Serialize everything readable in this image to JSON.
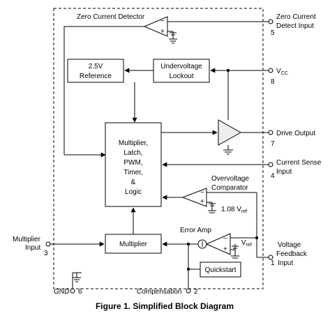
{
  "caption": "Figure 1. Simplified Block Diagram",
  "blocks": {
    "zero_current_detector": "Zero Current Detector",
    "reference_line1": "2.5V",
    "reference_line2": "Reference",
    "uvlo_line1": "Undervoltage",
    "uvlo_line2": "Lockout",
    "core_line1": "Multiplier,",
    "core_line2": "Latch,",
    "core_line3": "PWM,",
    "core_line4": "Timer,",
    "core_line5": "&",
    "core_line6": "Logic",
    "overvoltage_line1": "Overvoltage",
    "overvoltage_line2": "Comparator",
    "ovp_ref": "1.08 V",
    "ovp_ref_sub": "ref",
    "multiplier": "Multiplier",
    "error_amp": "Error Amp",
    "ea_ref": "V",
    "ea_ref_sub": "ref",
    "quickstart": "Quickstart"
  },
  "pins": {
    "zcd_line1": "Zero Current",
    "zcd_line2": "Detect Input",
    "zcd_num": "5",
    "vcc": "V",
    "vcc_sub": "CC",
    "vcc_num": "8",
    "drive_output": "Drive Output",
    "drive_num": "7",
    "cs_line1": "Current Sense",
    "cs_line2": "Input",
    "cs_num": "4",
    "vfb_line1": "Voltage",
    "vfb_line2": "Feedback",
    "vfb_num": "1",
    "vfb_line3": "Input",
    "mult_line1": "Multiplier",
    "mult_line2": "Input",
    "mult_num": "3",
    "gnd": "GND",
    "gnd_num": "6",
    "comp": "Compensation",
    "comp_num": "2"
  }
}
